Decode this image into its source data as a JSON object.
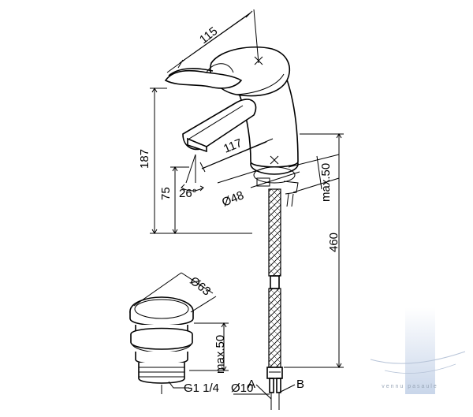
{
  "dimensions": {
    "spout_reach": "115",
    "total_height": "187",
    "spout_height": "75",
    "spout_angle": "26°",
    "centre_distance": "117",
    "base_diameter": "Ø48",
    "max_deck": "max.50",
    "hose_length": "460",
    "waste_diameter": "Ø63",
    "waste_max": "max.50",
    "waste_thread": "G1 1/4",
    "hose_diameter": "Ø10"
  },
  "callouts": {
    "a": "A",
    "b": "B"
  },
  "watermark": {
    "text": "vennu pasaule",
    "color": "#c9d6ea"
  }
}
